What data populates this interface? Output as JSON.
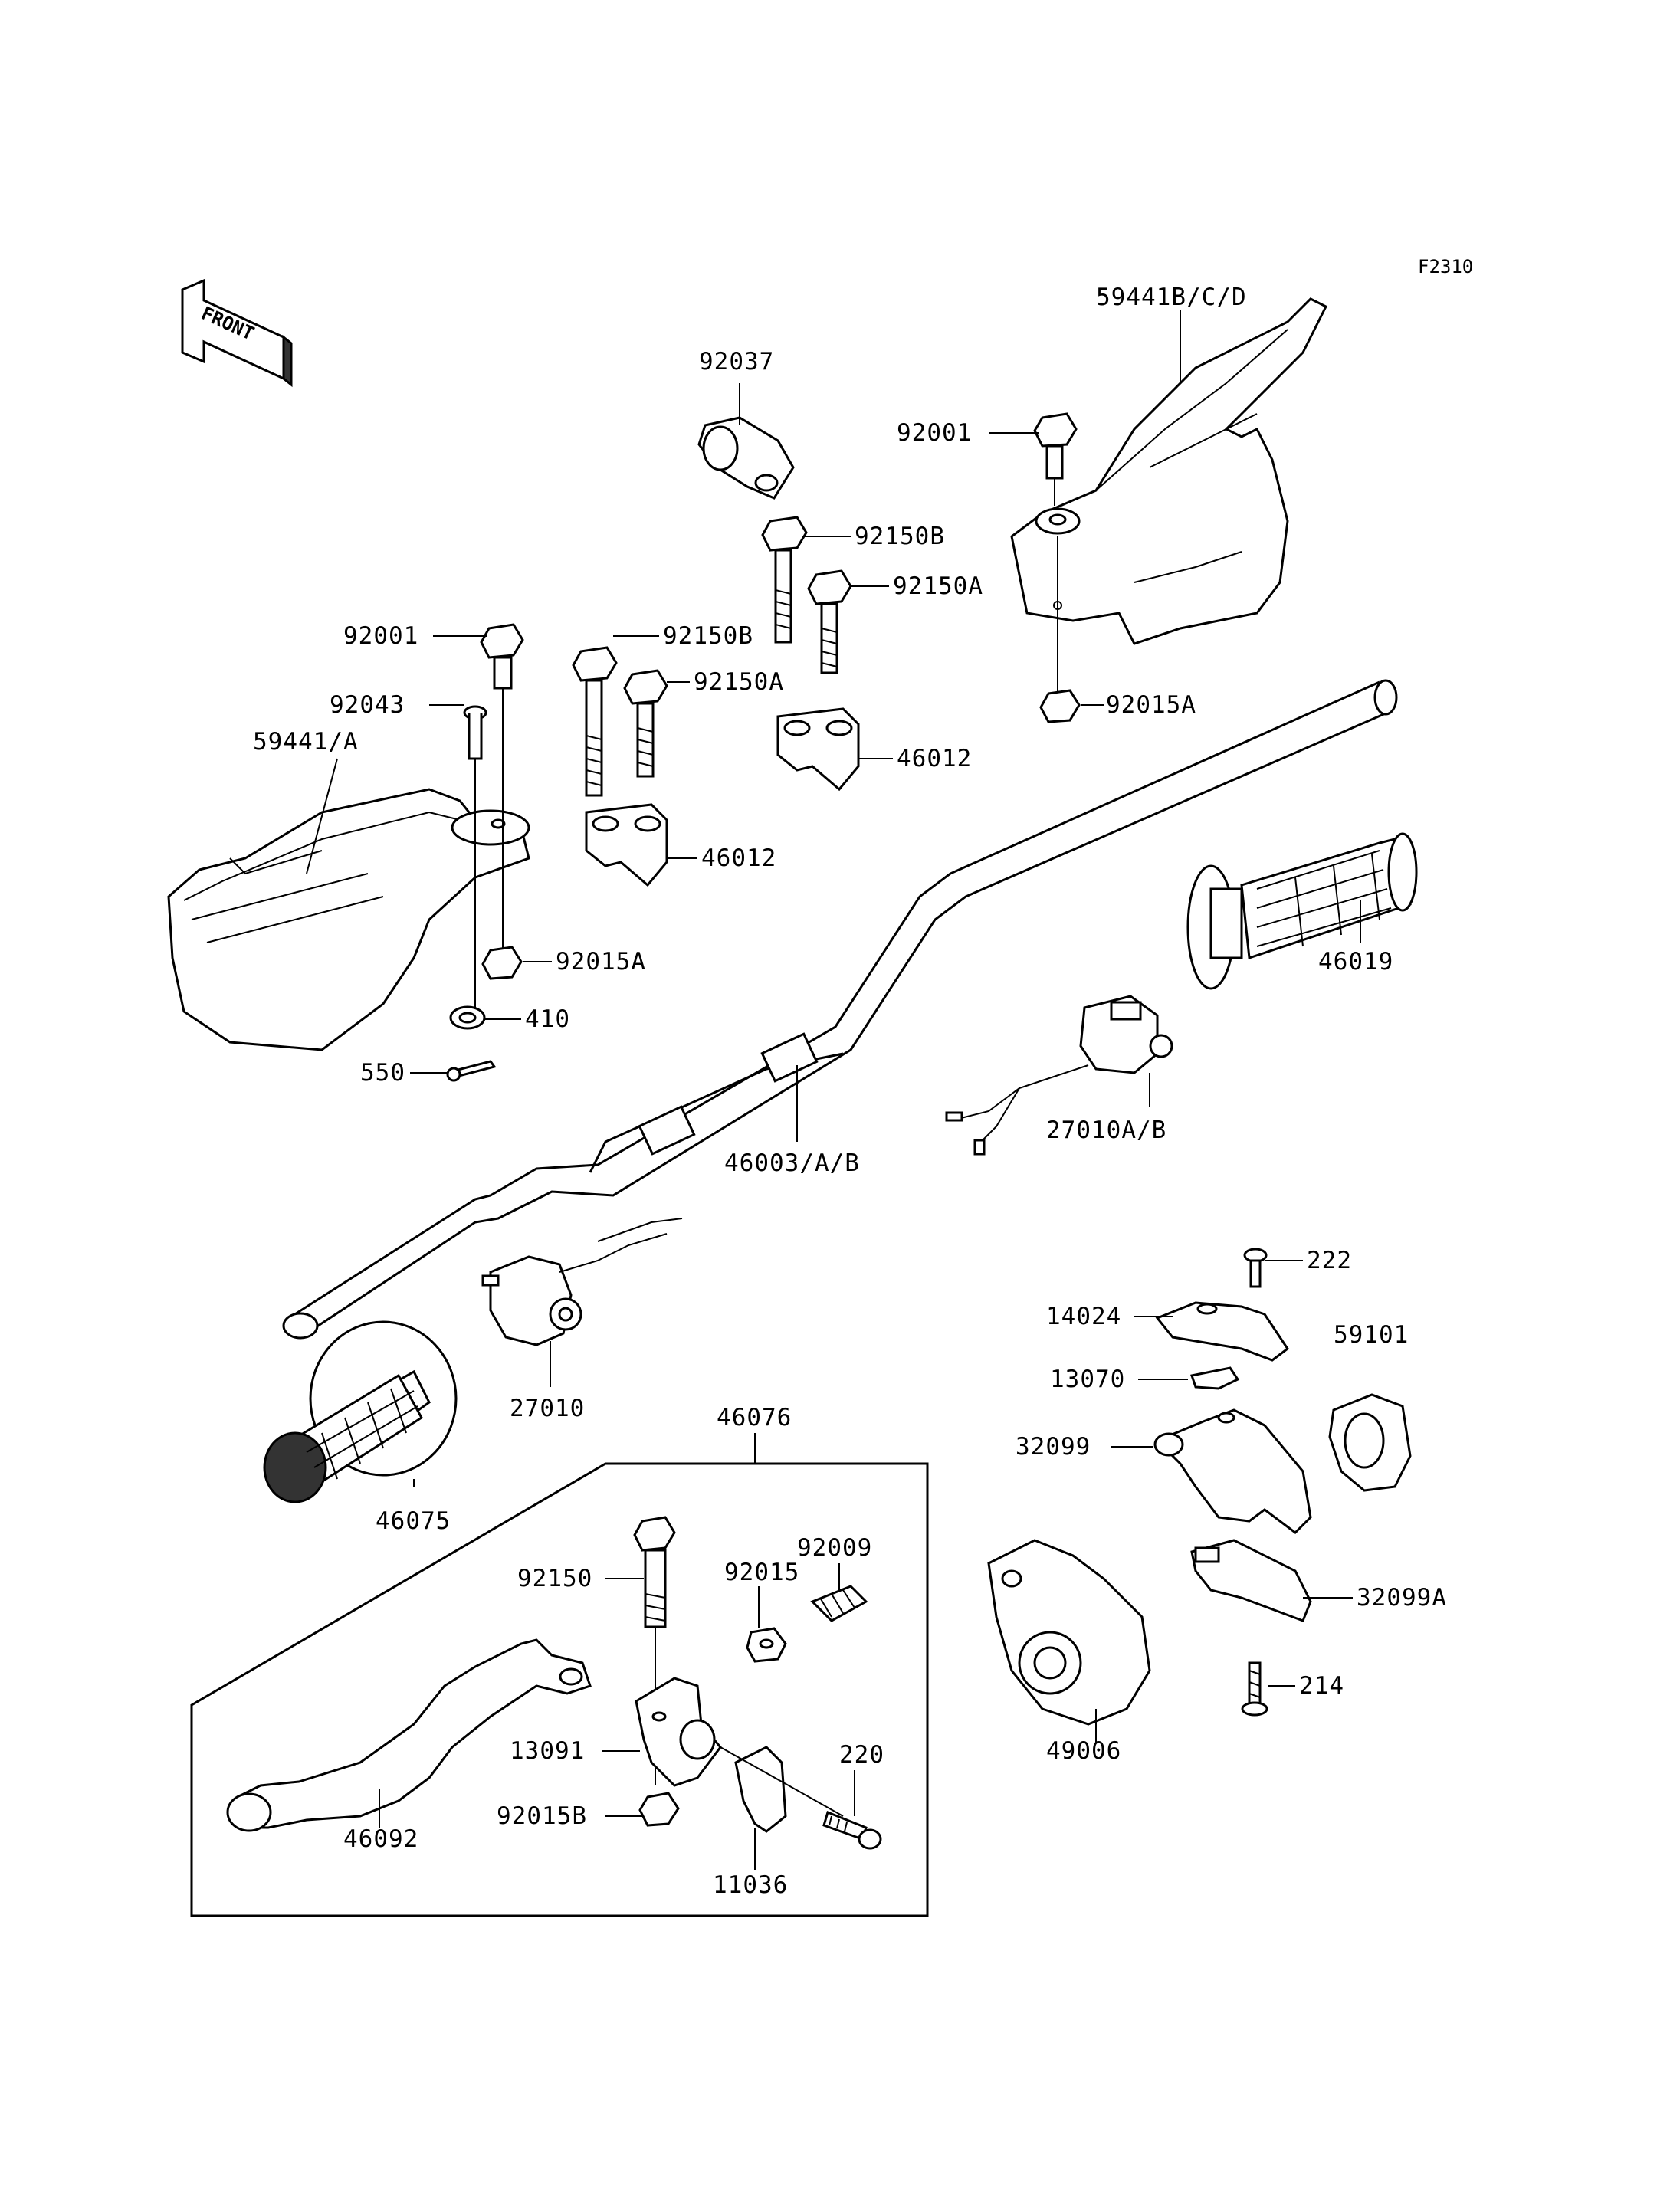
{
  "figure_code": "F2310",
  "orientation_marker": "FRONT",
  "labels": {
    "p59441bcd": "59441B/C/D",
    "p92037": "92037",
    "p92001_r": "92001",
    "p92150b_1": "92150B",
    "p92150a_1": "92150A",
    "p92150b_2": "92150B",
    "p92150a_2": "92150A",
    "p92001_l": "92001",
    "p92043": "92043",
    "p59441a": "59441/A",
    "p92015a_r": "92015A",
    "p46012_1": "46012",
    "p46012_2": "46012",
    "p92015a_l": "92015A",
    "p410": "410",
    "p550": "550",
    "p46019": "46019",
    "p46003": "46003/A/B",
    "p27010ab": "27010A/B",
    "p222": "222",
    "p14024": "14024",
    "p59101": "59101",
    "p13070": "13070",
    "p27010": "27010",
    "p32099": "32099",
    "p46076": "46076",
    "p46075": "46075",
    "p92009": "92009",
    "p92015": "92015",
    "p92150": "92150",
    "p32099a": "32099A",
    "p214": "214",
    "p220": "220",
    "p13091": "13091",
    "p49006": "49006",
    "p92015b": "92015B",
    "p46092": "46092",
    "p11036": "11036"
  }
}
